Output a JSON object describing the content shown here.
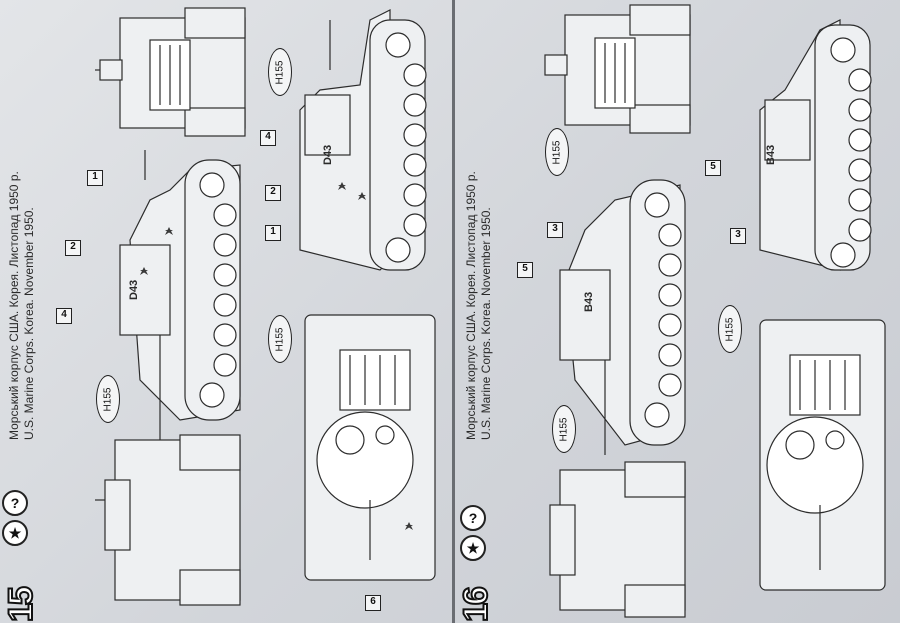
{
  "panels": [
    {
      "step": "15",
      "caption_ua": "Морський корпус США. Корея. Листопад 1950 р.",
      "caption_en": "U.S. Marine Corps. Korea. November 1950.",
      "hull_code": "D43",
      "paint_code": "H155",
      "callouts": [
        "1",
        "2",
        "4",
        "4",
        "2",
        "1",
        "6"
      ],
      "icons": [
        "star-icon",
        "question-icon"
      ]
    },
    {
      "step": "16",
      "caption_ua": "Морський корпус США. Корея. Листопад 1950 р.",
      "caption_en": "U.S. Marine Corps. Korea. November 1950.",
      "hull_code": "B43",
      "paint_code": "H155",
      "callouts": [
        "3",
        "5",
        "5",
        "3"
      ],
      "icons": [
        "star-icon",
        "question-icon"
      ]
    }
  ]
}
